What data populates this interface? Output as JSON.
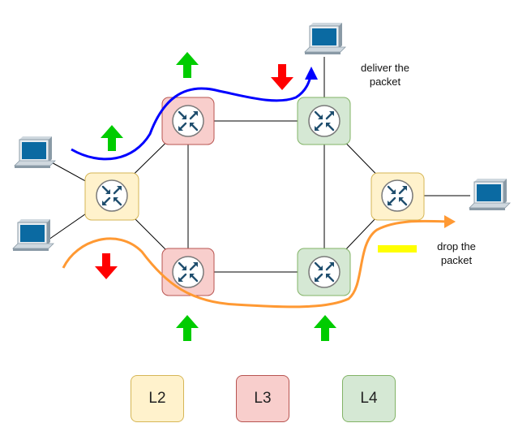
{
  "labels": {
    "deliver": "deliver the\npacket",
    "drop": "drop the\npacket"
  },
  "legend": [
    {
      "name": "L2",
      "color": "#fff2cc",
      "border": "#d6b656"
    },
    {
      "name": "L3",
      "color": "#f8cecc",
      "border": "#b85450"
    },
    {
      "name": "L4",
      "color": "#d5e8d4",
      "border": "#82b366"
    }
  ],
  "colors": {
    "up_arrow": "#00cc00",
    "down_arrow": "#ff0000",
    "path_delivered": "#0000ff",
    "path_dropped": "#ff9933",
    "drop_marker": "#ffff00",
    "router_body": "#ffffff",
    "router_icon": "#1f4e6e",
    "host_screen": "#0b6aa2"
  },
  "icons": [
    "router-icon",
    "computer-icon",
    "up-arrow-icon",
    "down-arrow-icon"
  ]
}
